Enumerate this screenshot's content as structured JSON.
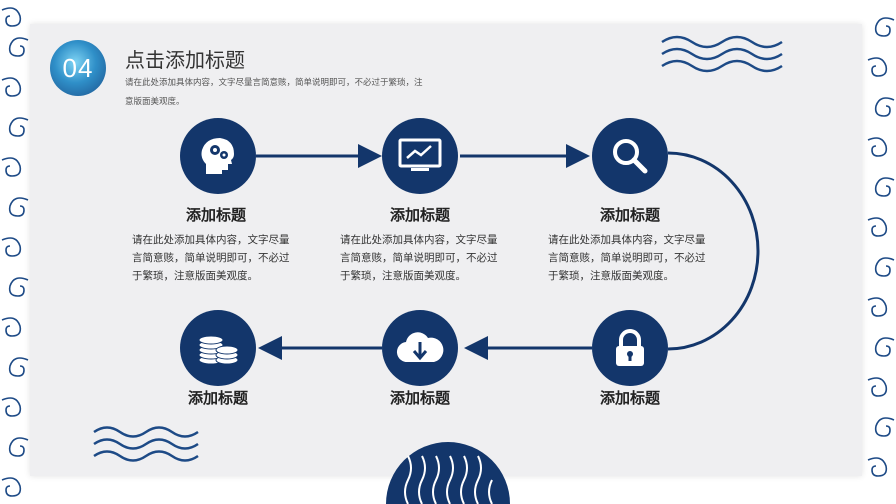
{
  "badge": {
    "number": "04"
  },
  "header": {
    "title": "点击添加标题",
    "subtitle": "请在此处添加具体内容，文字尽量言简意赅，简单说明即可，不必过于繁琐，注意版面美观度。"
  },
  "steps": [
    {
      "icon": "brain-gears-icon",
      "title": "添加标题",
      "desc": "请在此处添加具体内容，文字尽量言简意赅，简单说明即可，不必过于繁琐，注意版面美观度。"
    },
    {
      "icon": "chart-monitor-icon",
      "title": "添加标题",
      "desc": "请在此处添加具体内容，文字尽量言简意赅，简单说明即可，不必过于繁琐，注意版面美观度。"
    },
    {
      "icon": "magnifier-icon",
      "title": "添加标题",
      "desc": "请在此处添加具体内容，文字尽量言简意赅，简单说明即可，不必过于繁琐，注意版面美观度。"
    },
    {
      "icon": "padlock-icon",
      "title": "添加标题"
    },
    {
      "icon": "cloud-download-icon",
      "title": "添加标题"
    },
    {
      "icon": "coins-icon",
      "title": "添加标题"
    }
  ],
  "colors": {
    "primary": "#13366b",
    "panel": "#efeff1",
    "badge": "#2f8fc8"
  }
}
